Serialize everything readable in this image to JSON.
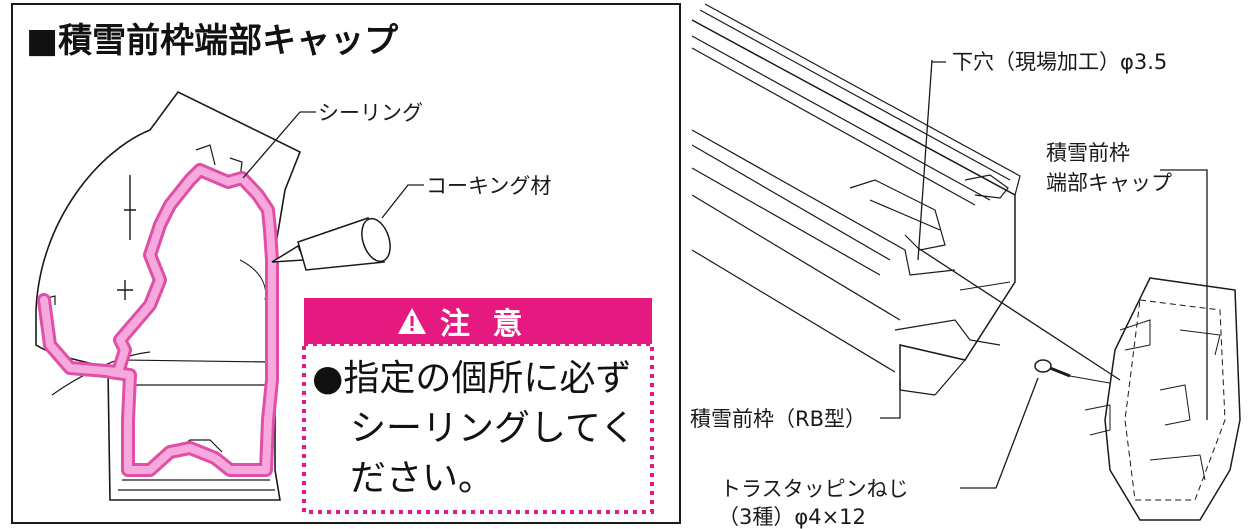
{
  "left_panel": {
    "title": "■積雪前枠端部キャップ",
    "label_sealing": "シーリング",
    "label_caulking": "コーキング材",
    "caution": {
      "header": "注 意",
      "line1": "●指定の個所に必ず",
      "line2": "シーリングしてく",
      "line3": "ださい。"
    }
  },
  "right_panel": {
    "label_pilot_hole": "下穴（現場加工）φ3.5",
    "label_cap_line1": "積雪前枠",
    "label_cap_line2": "端部キャップ",
    "label_frame": "積雪前枠（RB型）",
    "label_screw_line1": "トラスタッピンねじ",
    "label_screw_line2": "（3種）φ4×12"
  },
  "colors": {
    "sealing_pink": "#e04fa7",
    "sealing_fill": "#f7a8dc",
    "caution_magenta": "#e5197f"
  }
}
